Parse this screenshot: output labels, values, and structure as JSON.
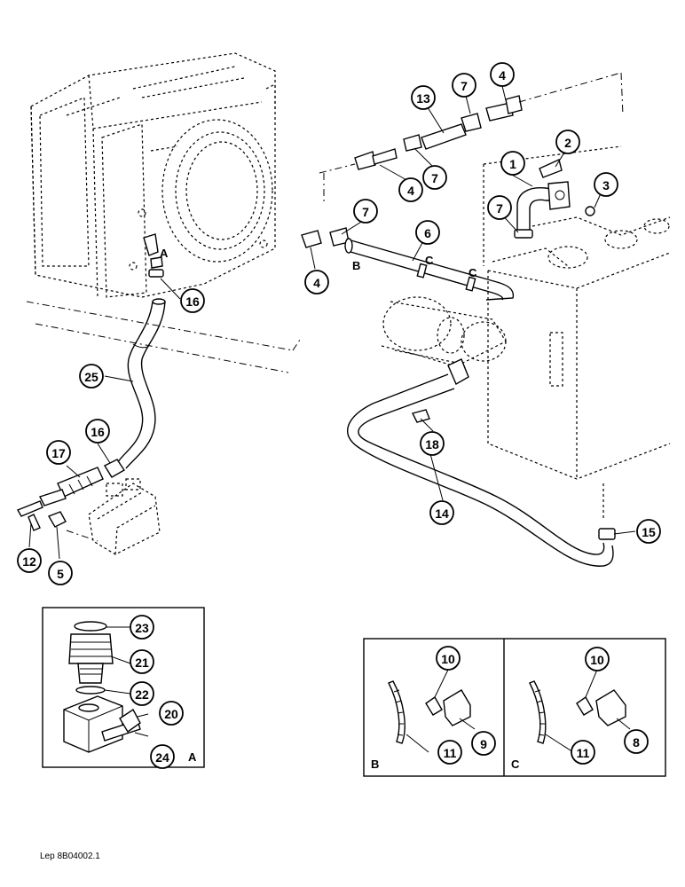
{
  "callouts": [
    {
      "id": "c1",
      "num": "1"
    },
    {
      "id": "c2",
      "num": "2"
    },
    {
      "id": "c3",
      "num": "3"
    },
    {
      "id": "c4a",
      "num": "4"
    },
    {
      "id": "c4b",
      "num": "4"
    },
    {
      "id": "c4c",
      "num": "4"
    },
    {
      "id": "c5",
      "num": "5"
    },
    {
      "id": "c6",
      "num": "6"
    },
    {
      "id": "c7a",
      "num": "7"
    },
    {
      "id": "c7b",
      "num": "7"
    },
    {
      "id": "c7c",
      "num": "7"
    },
    {
      "id": "c7d",
      "num": "7"
    },
    {
      "id": "c8",
      "num": "8"
    },
    {
      "id": "c9",
      "num": "9"
    },
    {
      "id": "c10a",
      "num": "10"
    },
    {
      "id": "c10b",
      "num": "10"
    },
    {
      "id": "c11a",
      "num": "11"
    },
    {
      "id": "c11b",
      "num": "11"
    },
    {
      "id": "c12",
      "num": "12"
    },
    {
      "id": "c13",
      "num": "13"
    },
    {
      "id": "c14",
      "num": "14"
    },
    {
      "id": "c15",
      "num": "15"
    },
    {
      "id": "c16a",
      "num": "16"
    },
    {
      "id": "c16b",
      "num": "16"
    },
    {
      "id": "c17",
      "num": "17"
    },
    {
      "id": "c18",
      "num": "18"
    },
    {
      "id": "c20",
      "num": "20"
    },
    {
      "id": "c21",
      "num": "21"
    },
    {
      "id": "c22",
      "num": "22"
    },
    {
      "id": "c23",
      "num": "23"
    },
    {
      "id": "c24",
      "num": "24"
    },
    {
      "id": "c25",
      "num": "25"
    }
  ],
  "labels": {
    "a_top": "A",
    "a_inset": "A",
    "b_hose": "B",
    "c_hose1": "C",
    "c_hose2": "C",
    "b_inset": "B",
    "c_inset": "C"
  },
  "reference": "Lep 8B04002.1"
}
